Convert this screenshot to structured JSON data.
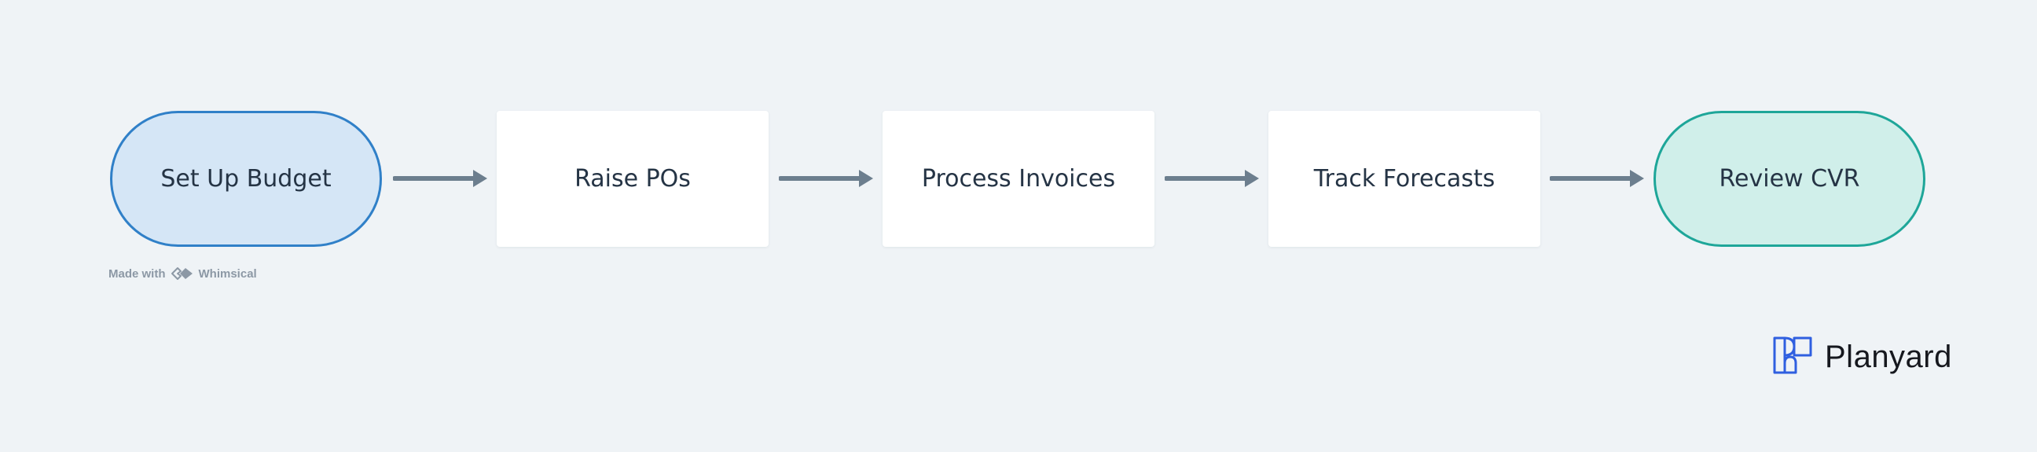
{
  "diagram": {
    "nodes": [
      {
        "id": "set-up-budget",
        "label": "Set Up Budget",
        "shape": "terminal",
        "color": "#3080c8"
      },
      {
        "id": "raise-pos",
        "label": "Raise POs",
        "shape": "process"
      },
      {
        "id": "process-invoices",
        "label": "Process Invoices",
        "shape": "process"
      },
      {
        "id": "track-forecasts",
        "label": "Track Forecasts",
        "shape": "process"
      },
      {
        "id": "review-cvr",
        "label": "Review CVR",
        "shape": "terminal",
        "color": "#1ea699"
      }
    ],
    "edges": [
      {
        "from": "set-up-budget",
        "to": "raise-pos"
      },
      {
        "from": "raise-pos",
        "to": "process-invoices"
      },
      {
        "from": "process-invoices",
        "to": "track-forecasts"
      },
      {
        "from": "track-forecasts",
        "to": "review-cvr"
      }
    ],
    "arrow_color": "#6c7e8e"
  },
  "watermark": {
    "prefix": "Made with",
    "name": "Whimsical",
    "icon": "whimsical-logo-icon"
  },
  "brand": {
    "name": "Planyard",
    "icon": "planyard-logo-icon",
    "color": "#2f5fe0"
  }
}
